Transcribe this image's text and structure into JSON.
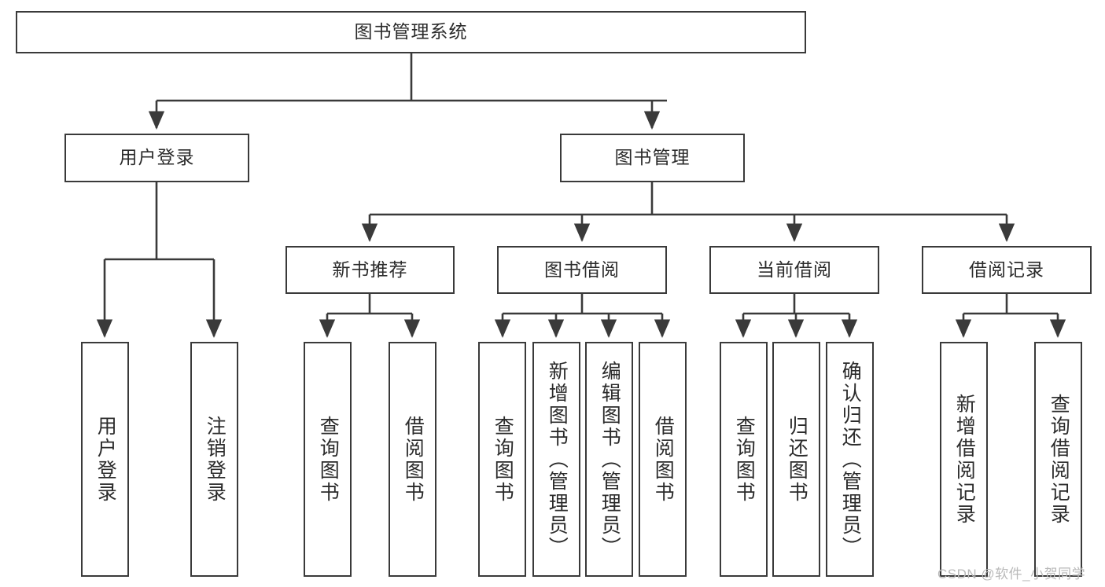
{
  "diagram": {
    "type": "tree",
    "title": "图书管理系统",
    "orientation": "top-down",
    "colors": {
      "node_border": "#3a3a3a",
      "node_fill": "#ffffff",
      "connector": "#3a3a3a",
      "text": "#2b2b2b",
      "watermark": "#b9b9b9",
      "background": "#ffffff"
    },
    "root": {
      "label": "图书管理系统"
    },
    "level2": [
      {
        "label": "用户登录"
      },
      {
        "label": "图书管理"
      }
    ],
    "level3": [
      {
        "label": "新书推荐"
      },
      {
        "label": "图书借阅"
      },
      {
        "label": "当前借阅"
      },
      {
        "label": "借阅记录"
      }
    ],
    "leaves": {
      "user_login": [
        {
          "label": "用户登录"
        },
        {
          "label": "注销登录"
        }
      ],
      "new_book": [
        {
          "label": "查询图书"
        },
        {
          "label": "借阅图书"
        }
      ],
      "book_borrow": [
        {
          "label": "查询图书"
        },
        {
          "label": "新增图书（管理员）"
        },
        {
          "label": "编辑图书（管理员）"
        },
        {
          "label": "借阅图书"
        }
      ],
      "current_borrow": [
        {
          "label": "查询图书"
        },
        {
          "label": "归还图书"
        },
        {
          "label": "确认归还（管理员）"
        }
      ],
      "borrow_record": [
        {
          "label": "新增借阅记录"
        },
        {
          "label": "查询借阅记录"
        }
      ]
    }
  },
  "watermark": {
    "text": "CSDN @软件_小贺同学"
  }
}
